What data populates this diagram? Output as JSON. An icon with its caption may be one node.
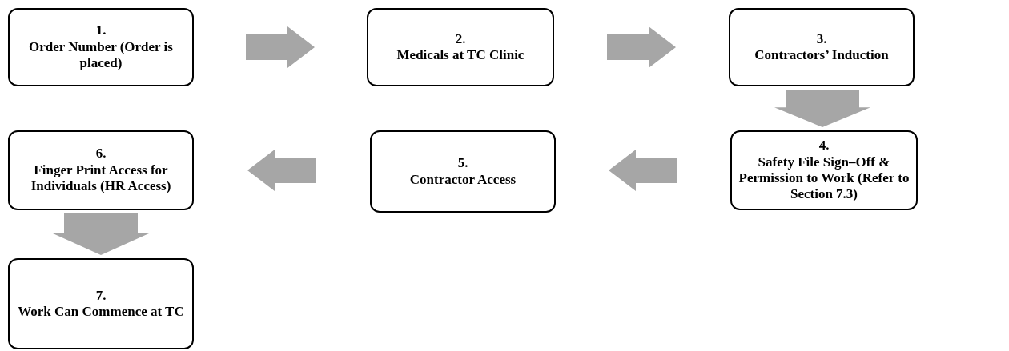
{
  "diagram": {
    "nodes": [
      {
        "text": [
          "1.",
          "Order Number (Order is placed)"
        ]
      },
      {
        "text": [
          "2.",
          "Medicals at TC Clinic"
        ]
      },
      {
        "text": [
          "3.",
          "Contractors’ Induction"
        ]
      },
      {
        "text": [
          "4.",
          "Safety File Sign–Off & Permission to Work (Refer to Section 7.3)"
        ]
      },
      {
        "text": [
          "5.",
          "Contractor Access"
        ]
      },
      {
        "text": [
          "6.",
          "Finger Print Access for Individuals (HR Access)"
        ]
      },
      {
        "text": [
          "7.",
          "Work Can Commence at TC"
        ]
      }
    ],
    "edges": [
      {
        "from": 0,
        "to": 1,
        "arrow": "to"
      },
      {
        "from": 1,
        "to": 2,
        "arrow": "to"
      },
      {
        "from": 2,
        "to": 3,
        "arrow": "to"
      },
      {
        "from": 3,
        "to": 4,
        "arrow": "to"
      },
      {
        "from": 4,
        "to": 5,
        "arrow": "to"
      },
      {
        "from": 5,
        "to": 6,
        "arrow": "to"
      }
    ]
  }
}
